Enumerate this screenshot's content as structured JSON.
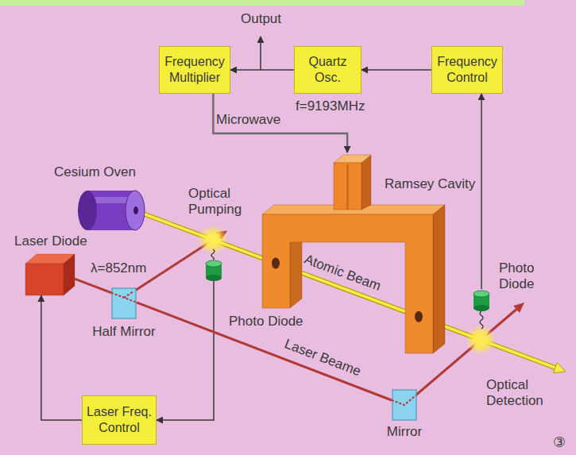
{
  "diagram": {
    "nodes": [
      {
        "text": [
          "Frequency Multiplier"
        ]
      },
      {
        "text": [
          "Quartz Osc."
        ]
      },
      {
        "text": [
          "Frequency Control"
        ]
      },
      {
        "text": [
          "Cesium Oven"
        ]
      },
      {
        "text": [
          "Ramsey Cavity"
        ]
      },
      {
        "text": [
          "Laser Diode"
        ]
      },
      {
        "text": [
          "Photo Diode"
        ]
      },
      {
        "text": [
          "Photo Diode"
        ]
      },
      {
        "text": [
          "Half Mirror"
        ]
      },
      {
        "text": [
          "Mirror"
        ]
      },
      {
        "text": [
          "Laser Freq. Control"
        ]
      }
    ],
    "edges": [
      {
        "from": 1,
        "to": 0,
        "arrow": "to"
      },
      {
        "from": 2,
        "to": 1,
        "arrow": "to"
      },
      {
        "from": 0,
        "to": 4,
        "arrow": "to",
        "label": "Microwave"
      },
      {
        "from": 7,
        "to": 2,
        "arrow": "to"
      },
      {
        "from": 6,
        "to": 10,
        "arrow": "to"
      },
      {
        "from": 10,
        "to": 5,
        "arrow": "to"
      },
      {
        "from": 5,
        "to": 8,
        "arrow": "none"
      },
      {
        "from": 8,
        "to": 9,
        "arrow": "none",
        "label": "Laser Beame"
      }
    ],
    "labels": [
      "Output",
      "f=9193MHz",
      "Optical Pumping",
      "λ=852nm",
      "Atomic Beam",
      "Optical Detection",
      "③"
    ]
  }
}
